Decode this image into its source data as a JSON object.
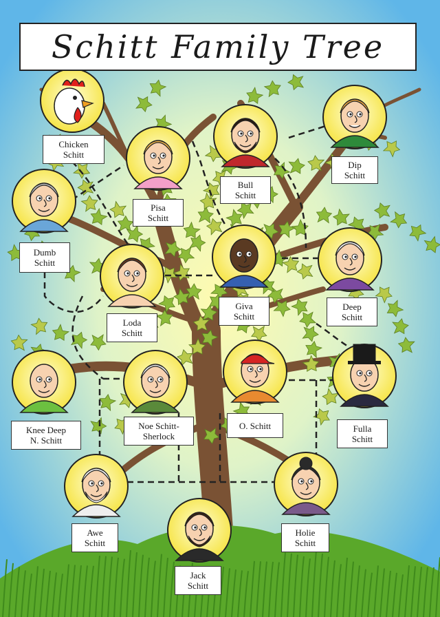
{
  "title": "Schitt Family Tree",
  "members": [
    {
      "id": "chicken",
      "label": "Chicken\nSchitt",
      "portrait": "rooster-icon"
    },
    {
      "id": "pisa",
      "label": "Pisa\nSchitt",
      "portrait": "girl-pigtails-icon"
    },
    {
      "id": "bull",
      "label": "Bull\nSchitt",
      "portrait": "bearded-man-icon"
    },
    {
      "id": "dip",
      "label": "Dip\nSchitt",
      "portrait": "grinning-blonde-icon"
    },
    {
      "id": "dumb",
      "label": "Dumb\nSchitt",
      "portrait": "old-man-icon"
    },
    {
      "id": "loda",
      "label": "Loda\nSchitt",
      "portrait": "woman-icon"
    },
    {
      "id": "giva",
      "label": "Giva\nSchitt",
      "portrait": "man-suit-icon"
    },
    {
      "id": "deep",
      "label": "Deep\nSchitt",
      "portrait": "powdered-wig-icon"
    },
    {
      "id": "kneedeep",
      "label": "Knee Deep\nN. Schitt",
      "portrait": "bald-man-bowtie-icon"
    },
    {
      "id": "noe",
      "label": "Noe Schitt-\nSherlock",
      "portrait": "granny-glasses-icon"
    },
    {
      "id": "o",
      "label": "O. Schitt",
      "portrait": "cap-man-icon"
    },
    {
      "id": "fulla",
      "label": "Fulla\nSchitt",
      "portrait": "top-hat-man-icon"
    },
    {
      "id": "awe",
      "label": "Awe\nSchitt",
      "portrait": "bearded-elder-icon"
    },
    {
      "id": "holie",
      "label": "Holie\nSchitt",
      "portrait": "bun-woman-icon"
    },
    {
      "id": "jack",
      "label": "Jack\nSchitt",
      "portrait": "victorian-man-icon"
    }
  ],
  "colors": {
    "sky_top": "#5fb6e8",
    "sky_glow": "#fffbb0",
    "trunk": "#7a5234",
    "leaf": "#8dbb3a",
    "grass": "#5aa82a",
    "portrait_bg": "#fff35a"
  }
}
